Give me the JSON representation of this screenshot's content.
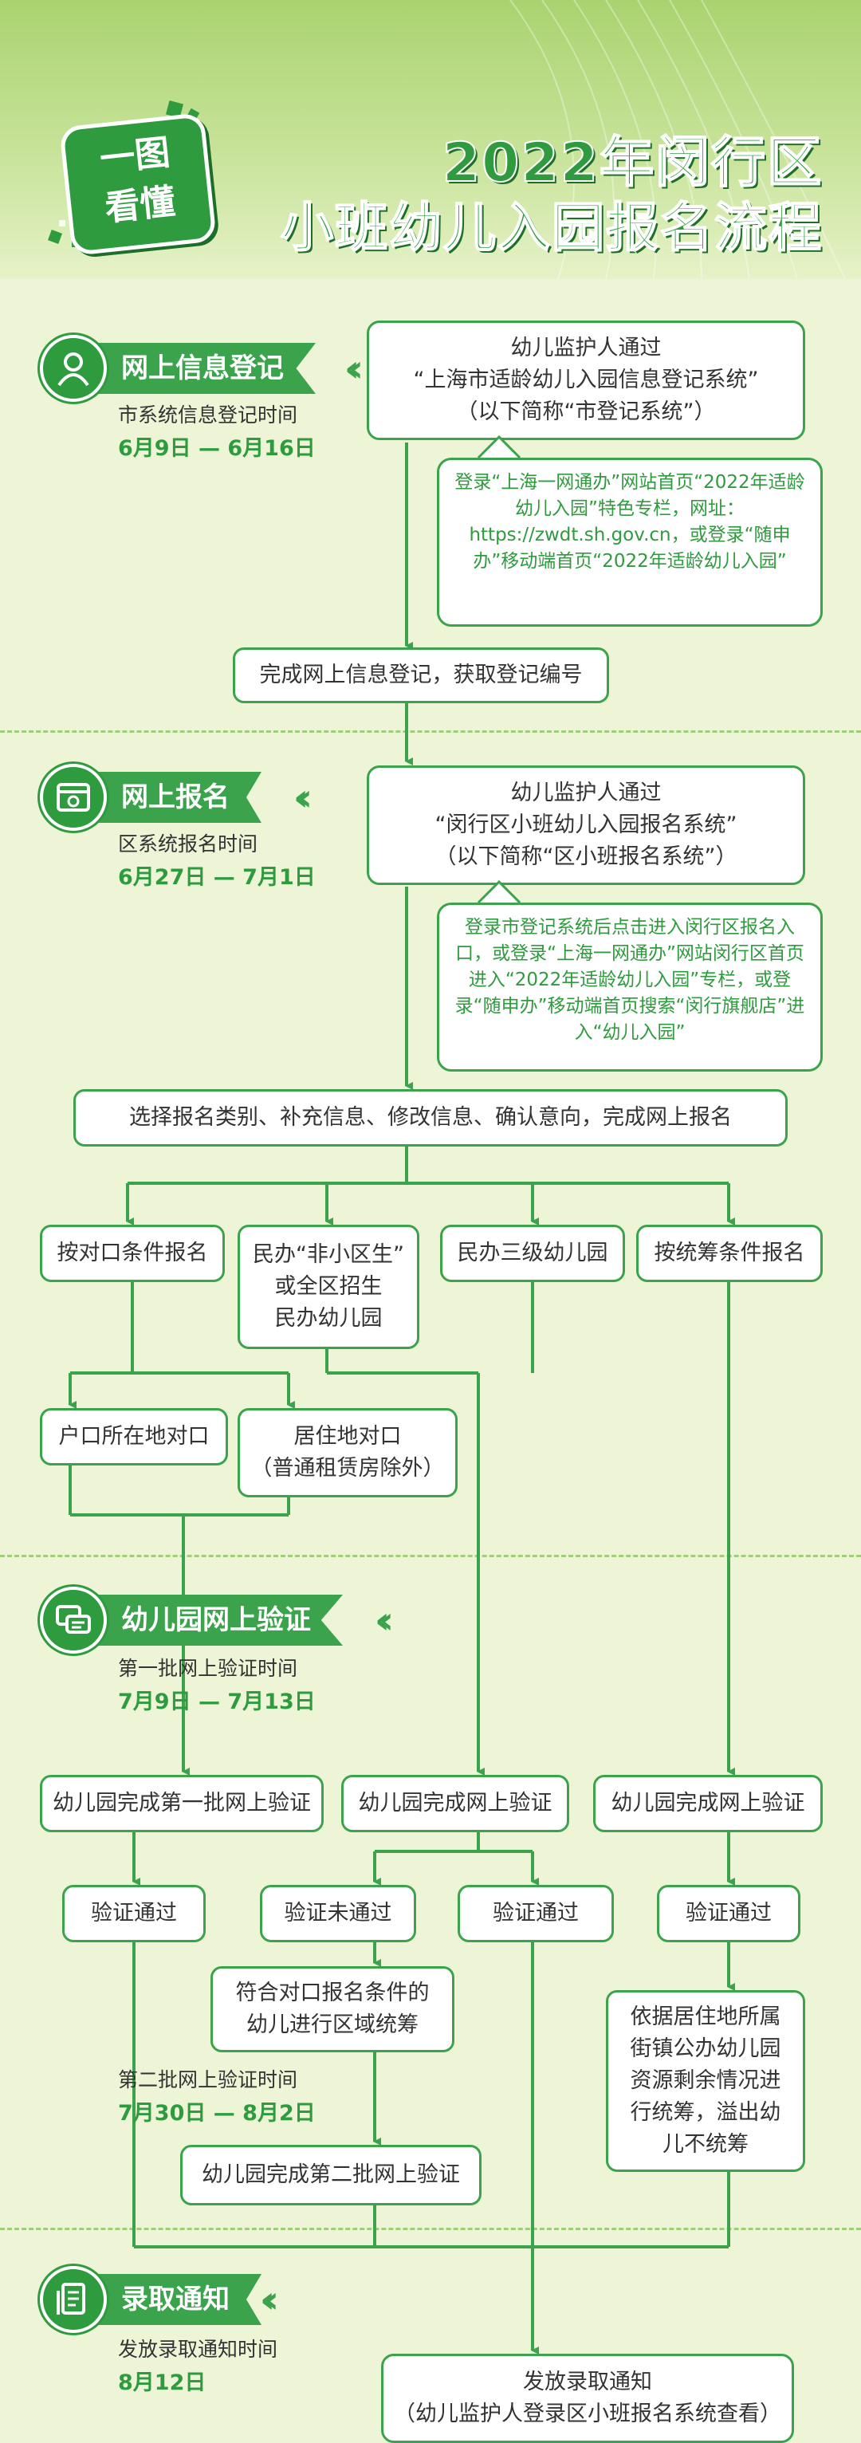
{
  "header": {
    "badge_line1": "一图",
    "badge_line2": "看懂",
    "title_line1": "2022年闵行区",
    "title_line2": "小班幼儿入园报名流程"
  },
  "sections": {
    "s1": {
      "title": "网上信息登记",
      "sub": "市系统信息登记时间",
      "date": "6月9日 — 6月16日"
    },
    "s2": {
      "title": "网上报名",
      "sub": "区系统报名时间",
      "date": "6月27日 — 7月1日"
    },
    "s3": {
      "title": "幼儿园网上验证",
      "sub": "第一批网上验证时间",
      "date": "7月9日 — 7月13日",
      "sub2": "第二批网上验证时间",
      "date2": "7月30日 — 8月2日"
    },
    "s4": {
      "title": "录取通知",
      "sub": "发放录取通知时间",
      "date": "8月12日"
    }
  },
  "boxes": {
    "reg_l1": "幼儿监护人通过",
    "reg_l2": "“上海市适龄幼儿入园信息登记系统”",
    "reg_l3": "（以下简称“市登记系统”）",
    "reg_note": "登录“上海一网通办”网站首页“2022年适龄幼儿入园”特色专栏，网址：https://zwdt.sh.gov.cn，或登录“随申办”移动端首页“2022年适龄幼儿入园”",
    "reg_done": "完成网上信息登记，获取登记编号",
    "app_l1": "幼儿监护人通过",
    "app_l2": "“闵行区小班幼儿入园报名系统”",
    "app_l3": "（以下简称“区小班报名系统”）",
    "app_note": "登录市登记系统后点击进入闵行区报名入口，或登录“上海一网通办”网站闵行区首页进入“2022年适龄幼儿入园”专栏，或登录“随申办”移动端首页搜索“闵行旗舰店”进入“幼儿入园”",
    "app_done": "选择报名类别、补充信息、修改信息、确认意向，完成网上报名",
    "cat1": "按对口条件报名",
    "cat2_l1": "民办“非小区生”",
    "cat2_l2": "或全区招生",
    "cat2_l3": "民办幼儿园",
    "cat3": "民办三级幼儿园",
    "cat4": "按统筹条件报名",
    "sub1": "户口所在地对口",
    "sub2_l1": "居住地对口",
    "sub2_l2": "（普通租赁房除外）",
    "ver1": "幼儿园完成第一批网上验证",
    "ver2": "幼儿园完成网上验证",
    "ver3": "幼儿园完成网上验证",
    "pass1": "验证通过",
    "fail": "验证未通过",
    "pass2": "验证通过",
    "pass3": "验证通过",
    "coord_l1": "符合对口报名条件的",
    "coord_l2": "幼儿进行区域统筹",
    "ver_second": "幼儿园完成第二批网上验证",
    "assign_l1": "依据居住地所属",
    "assign_l2": "街镇公办幼儿园",
    "assign_l3": "资源剩余情况进",
    "assign_l4": "行统筹，溢出幼",
    "assign_l5": "儿不统筹",
    "notice_l1": "发放录取通知",
    "notice_l2": "（幼儿监护人登录区小班报名系统查看）"
  },
  "colors": {
    "green": "#3aa34b",
    "dark_green": "#2e9b3e",
    "bg": "#eef5d6"
  }
}
